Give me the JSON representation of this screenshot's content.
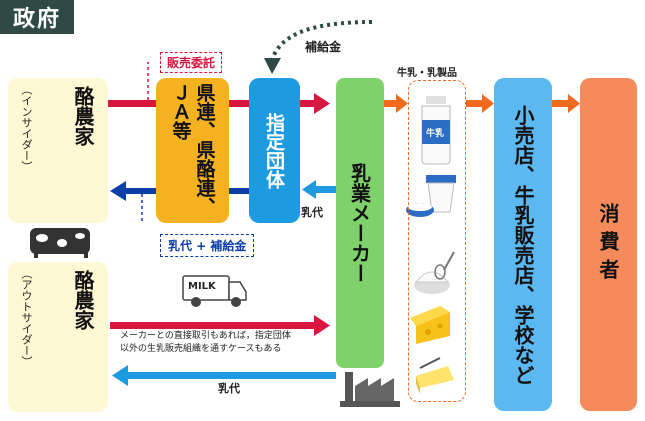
{
  "government": "政府",
  "subsidy": "補給金",
  "sales_consignment": "販売委託",
  "farmer_insider": {
    "title": "酪農家",
    "sub": "（インサイダー）"
  },
  "farmer_outsider": {
    "title": "酪農家",
    "sub": "（アウトサイダー）"
  },
  "ja": "県連、県酪連、ＪＡ等",
  "designated": "指定団体",
  "milk_price_subsidy": "乳代 + 補給金",
  "milk_price": "乳代",
  "milk_price_bottom": "乳代",
  "maker": "乳業メーカー",
  "products_title": "牛乳・乳製品",
  "milk_label": "牛乳",
  "truck_label": "MILK",
  "retail": "小売店、牛乳販売店、学校など",
  "consumer": "消費者",
  "note_line1": "メーカーとの直接取引もあれば，指定団体",
  "note_line2": "以外の生乳販売組織を通すケースもある",
  "colors": {
    "red_arrow": "#d8163f",
    "blue_arrow": "#0e3ea8",
    "light_blue_arrow": "#1e9be0",
    "orange_arrow": "#f26a1f",
    "ja_box": "#f4b120",
    "designated_box": "#1d9be0",
    "maker_box": "#7fd26b",
    "retail_box": "#5cb8f0",
    "consumer_box": "#f58a5a",
    "farmer_box": "#fff8d4",
    "government_box": "#2f4a45"
  }
}
